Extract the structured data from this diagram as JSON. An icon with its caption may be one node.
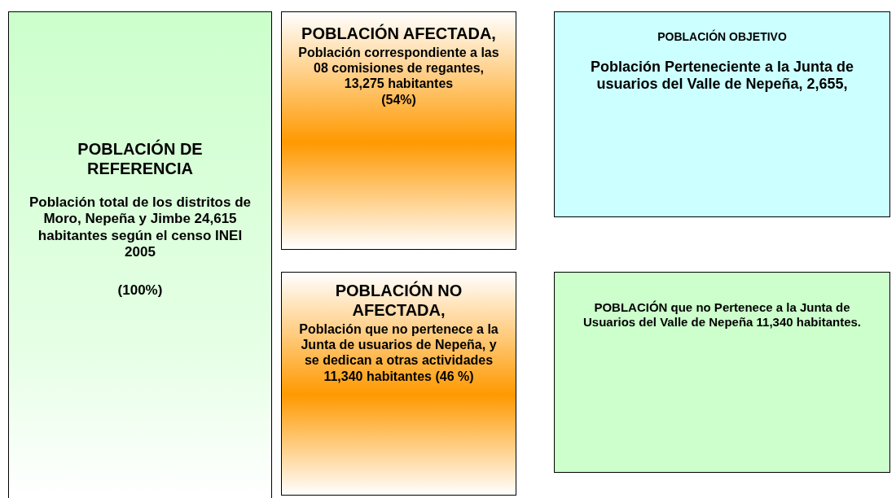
{
  "diagram": {
    "nodes": [
      {
        "text": [
          "POBLACIÓN DE REFERENCIA",
          "Población total de los distritos de Moro, Nepeña y Jimbe 24,615 habitantes según el censo INEI 2005",
          "(100%)"
        ]
      },
      {
        "text": [
          "POBLACIÓN AFECTADA,",
          "Población correspondiente a las 08 comisiones de regantes, 13,275 habitantes",
          "(54%)"
        ]
      },
      {
        "text": [
          "POBLACIÓN OBJETIVO",
          "Población Perteneciente a la Junta de usuarios del Valle de Nepeña, 2,655,"
        ]
      },
      {
        "text": [
          "POBLACIÓN NO AFECTADA,",
          "Población que no pertenece a la Junta de usuarios de Nepeña, y se dedican a otras actividades 11,340 habitantes (46 %)"
        ]
      },
      {
        "text": [
          "POBLACIÓN que no Pertenece a la Junta de Usuarios del Valle de Nepeña 11,340 habitantes."
        ]
      }
    ]
  }
}
